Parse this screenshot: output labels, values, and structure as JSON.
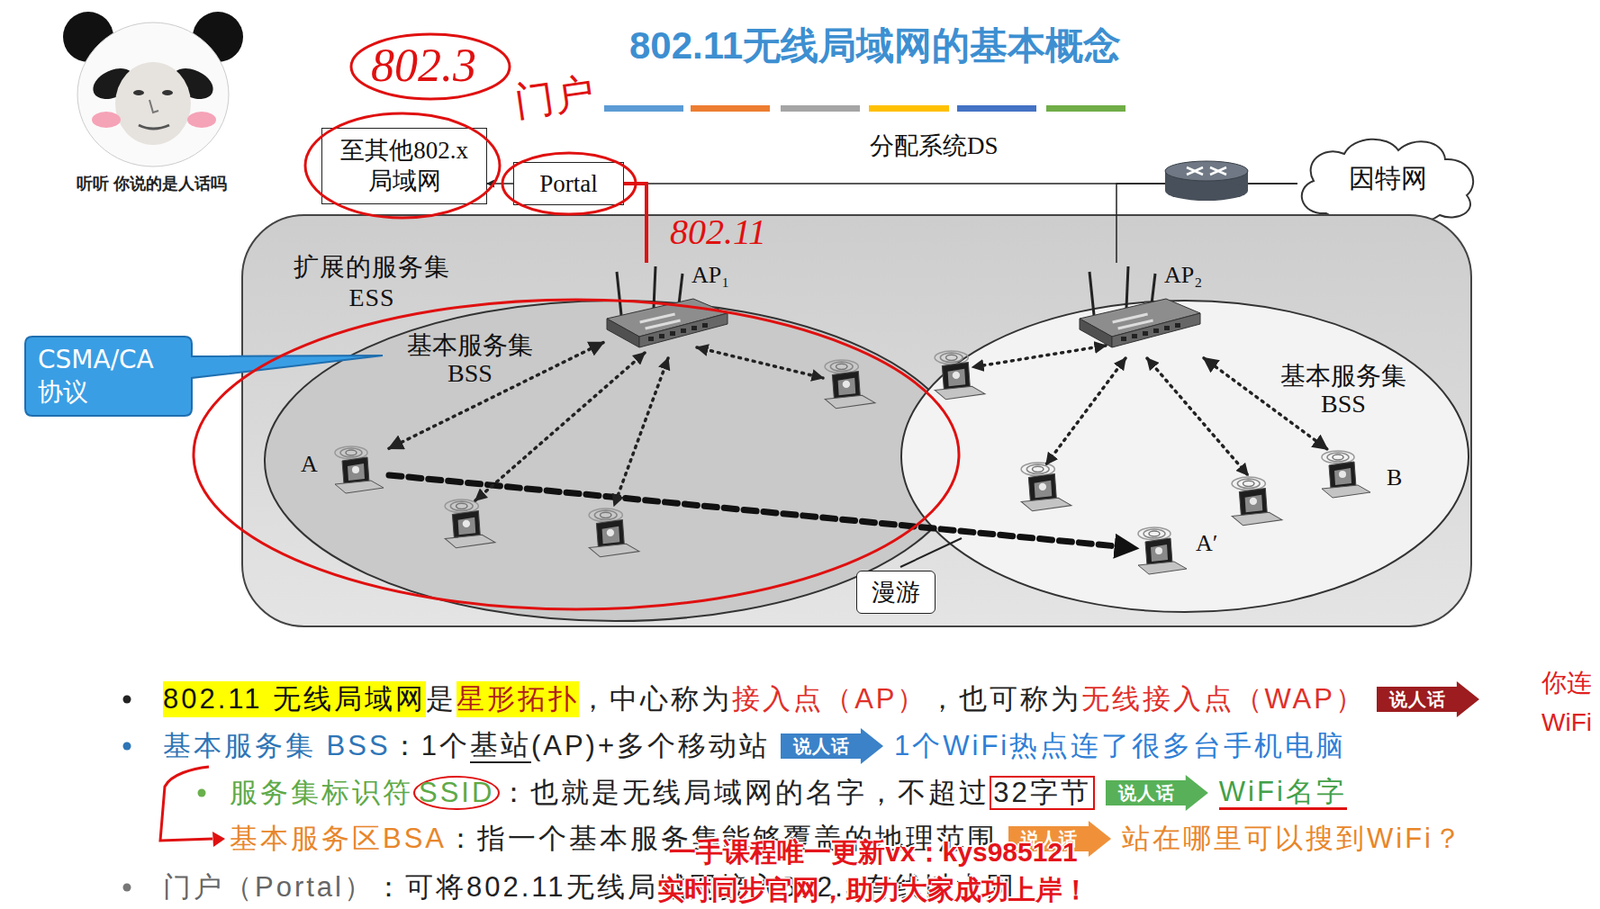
{
  "diagram": {
    "title": "802.11无线局域网的基本概念",
    "nodes": [
      {
        "text": [
          "至其他802.x 局域网"
        ]
      },
      {
        "text": [
          "Portal"
        ]
      },
      {
        "text": [
          "因特网"
        ]
      },
      {
        "text": [
          "扩展的服务集 ESS"
        ]
      },
      {
        "text": [
          "基本服务集 BSS"
        ],
        "in": 3
      },
      {
        "text": [
          "基本服务集 BSS"
        ],
        "in": 3
      },
      {
        "text": [
          "AP₁"
        ],
        "in": 4
      },
      {
        "text": [
          "AP₂"
        ],
        "in": 5
      },
      {
        "text": [
          "A"
        ],
        "in": 4
      },
      {
        "text": [
          "A′"
        ],
        "in": 5
      },
      {
        "text": [
          "B"
        ],
        "in": 5
      },
      {
        "text": [
          "漫游"
        ],
        "in": 3
      },
      {
        "text": [
          "CSMA/CA 协议"
        ]
      }
    ],
    "edges": [
      {
        "from": 1,
        "to": 0,
        "arrow": "to"
      },
      {
        "from": 1,
        "to": 2,
        "arrow": "none",
        "label": "分配系统DS"
      },
      {
        "from": 6,
        "to": 1,
        "arrow": "none",
        "label": "802.11"
      },
      {
        "from": 7,
        "to": 2,
        "arrow": "none"
      },
      {
        "from": 6,
        "to": 8,
        "arrow": "both"
      },
      {
        "from": 7,
        "to": 10,
        "arrow": "both"
      },
      {
        "from": 8,
        "to": 9,
        "arrow": "to"
      }
    ],
    "labels": [
      "听听 你说的是人话吗",
      "802.3",
      "门户",
      "802.11 无线局域网",
      "是",
      "星形拓扑",
      "，中心称为",
      "接入点（AP）",
      "，也可称为",
      "无线接入点（WAP）",
      "说人话",
      "你连",
      "WiFi",
      "基本服务集 BSS",
      "：1个",
      "基站",
      "(AP)+多个移动站",
      "说人话",
      "1个WiFi热点连了很多台手机电脑",
      "服务集标识符",
      "SSID",
      "：也就是无线局域网的名字，不超过",
      "32字节",
      "说人话",
      "WiFi名字",
      "基本服务区BSA",
      "：指一个基本服务集能够覆盖的地理范围",
      "说人话",
      "站在哪里可以搜到WiFi？",
      "门户（Portal）",
      "：可将802.11无线局域网接入802.3有线以太网",
      "一手课程唯一更新vx：kys985121",
      "实时同步官网，助力大家成功上岸！"
    ]
  }
}
